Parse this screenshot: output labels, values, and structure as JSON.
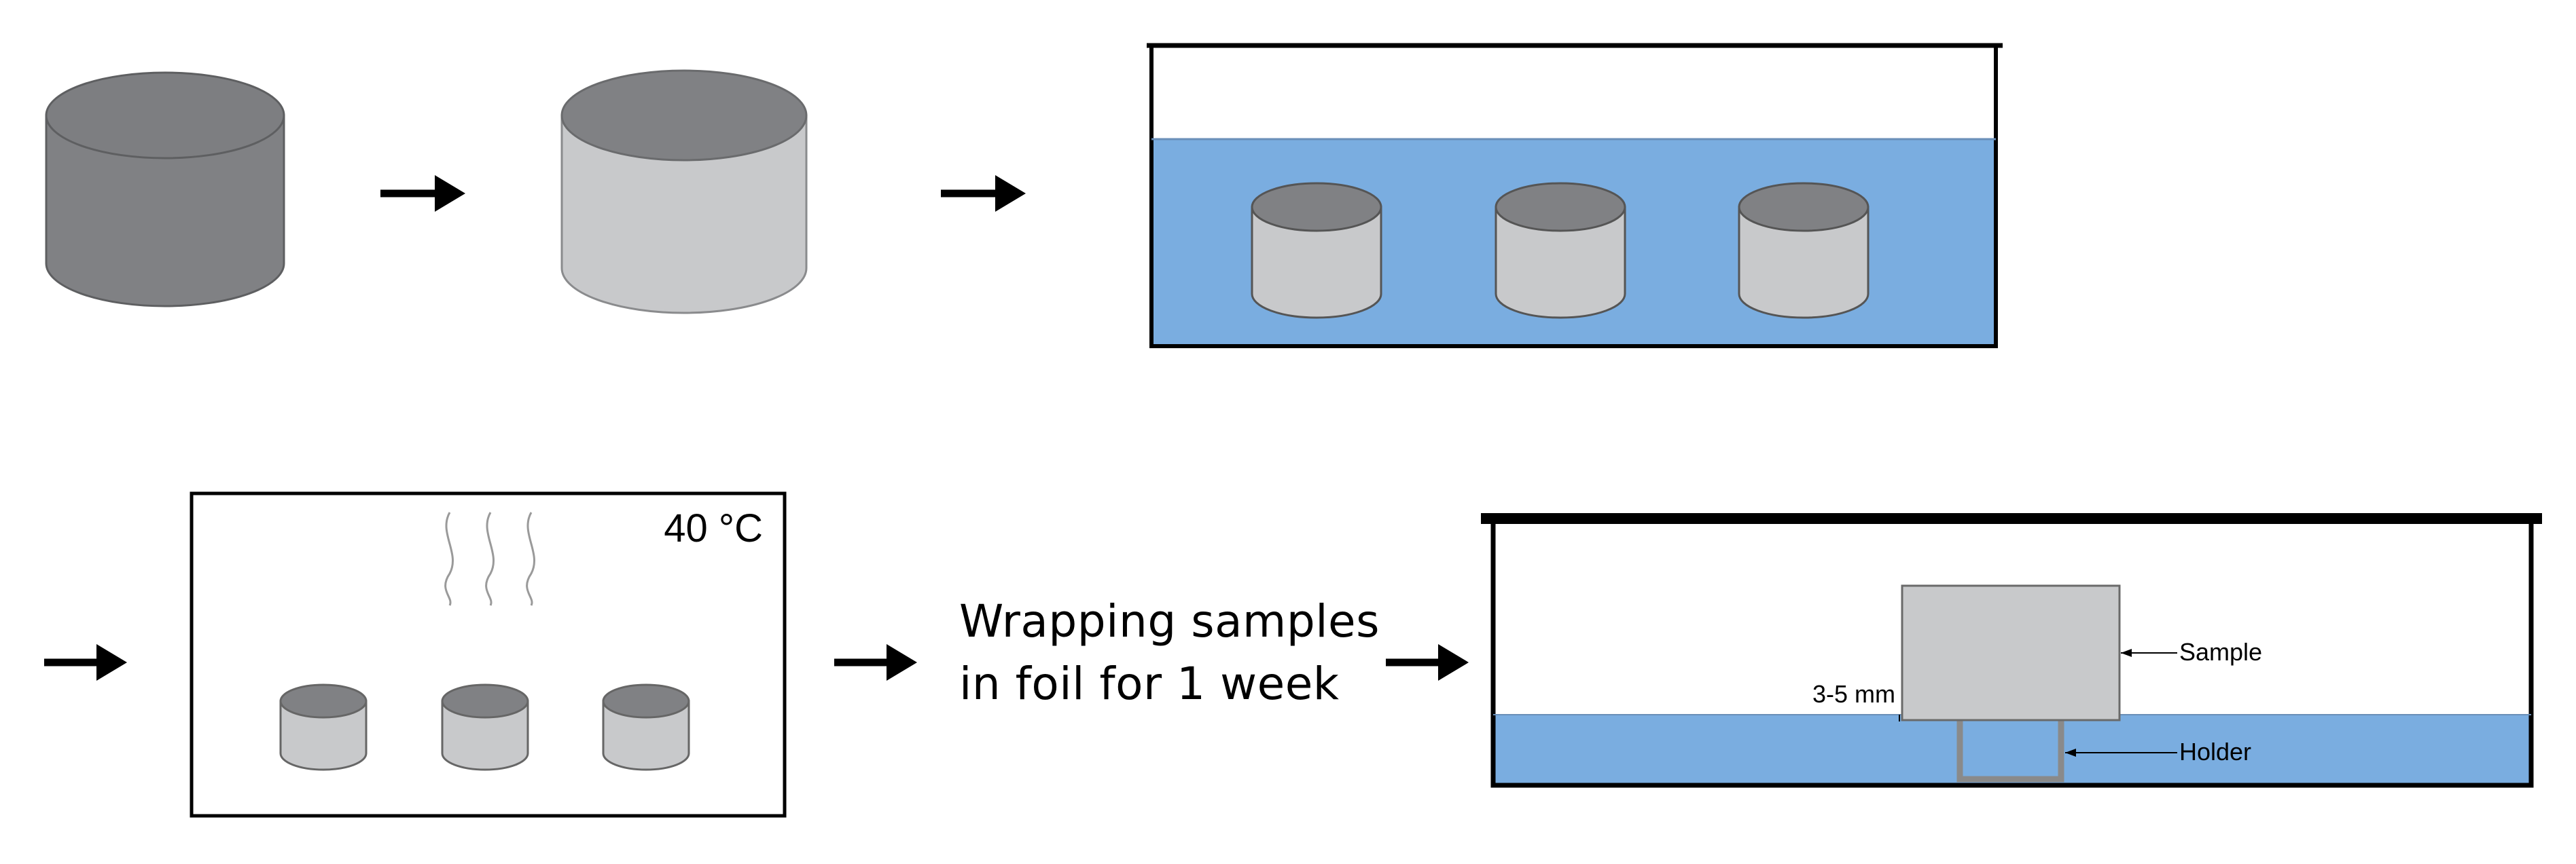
{
  "colors": {
    "water": "#7aade0",
    "dark_cylinder": "#808184",
    "dark_cylinder_top": "#7d7e81",
    "light_cylinder": "#c8c9cb",
    "cylinder_top": "#808184",
    "outline": "#000000",
    "holder": "#8a8a8a"
  },
  "steps": [
    {
      "name": "dark-sample"
    },
    {
      "name": "light-sample"
    },
    {
      "name": "immersion-bath"
    },
    {
      "name": "oven-drying"
    },
    {
      "name": "foil-wrapping"
    },
    {
      "name": "humidity-chamber"
    }
  ],
  "oven": {
    "temperature_label": "40 °C"
  },
  "wrapping": {
    "line1": "Wrapping samples",
    "line2": "in foil for 1 week"
  },
  "chamber": {
    "gap_label": "3-5 mm",
    "sample_label": "Sample",
    "holder_label": "Holder"
  }
}
